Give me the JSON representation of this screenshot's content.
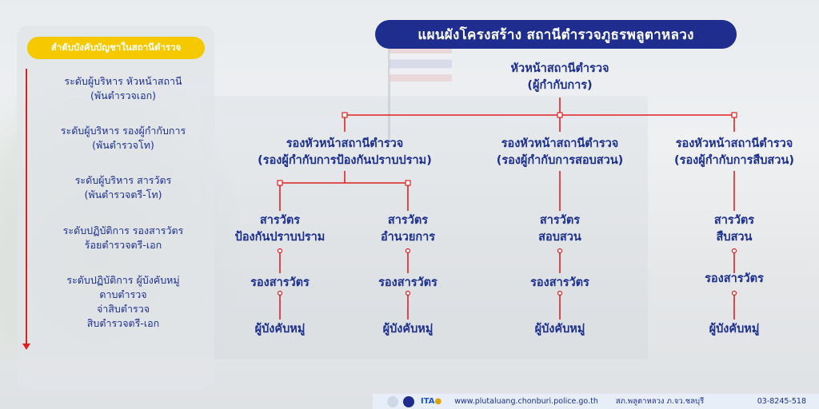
{
  "title": "แผนผังโครงสร้าง สถานีตำรวจภูธรพลูตาหลวง",
  "levels": {
    "title": "ลำดับบังคับบัญชาในสถานีตำรวจ",
    "items": [
      {
        "line1": "ระดับผู้บริหาร หัวหน้าสถานี",
        "line2": "(พันตำรวจเอก)"
      },
      {
        "line1": "ระดับผู้บริหาร รองผู้กำกับการ",
        "line2": "(พันตำรวจโท)"
      },
      {
        "line1": "ระดับผู้บริหาร สารวัตร",
        "line2": "(พันตำรวจตรี-โท)"
      },
      {
        "line1": "ระดับปฏิบัติการ รองสารวัตร",
        "line2": "ร้อยตำรวจตรี-เอก"
      },
      {
        "line1": "ระดับปฏิบัติการ ผู้บังคับหมู่",
        "line2": "ดาบตำรวจ",
        "line3": "จ่าสิบตำรวจ",
        "line4": "สิบตำรวจตรี-เอก"
      }
    ]
  },
  "org": {
    "head": {
      "line1": "หัวหน้าสถานีตำรวจ",
      "line2": "(ผู้กำกับการ)"
    },
    "deputies": [
      {
        "line1": "รองหัวหน้าสถานีตำรวจ",
        "line2": "(รองผู้กำกับการป้องกันปราบปราม)"
      },
      {
        "line1": "รองหัวหน้าสถานีตำรวจ",
        "line2": "(รองผู้กำกับการสอบสวน)"
      },
      {
        "line1": "รองหัวหน้าสถานีตำรวจ",
        "line2": "(รองผู้กำกับการสืบสวน)"
      }
    ],
    "inspectors": [
      {
        "line1": "สารวัตร",
        "line2": "ป้องกันปราบปราม"
      },
      {
        "line1": "สารวัตร",
        "line2": "อำนวยการ"
      },
      {
        "line1": "สารวัตร",
        "line2": "สอบสวน"
      },
      {
        "line1": "สารวัตร",
        "line2": "สืบสวน"
      }
    ],
    "sub_inspector": "รองสารวัตร",
    "squad_leader": "ผู้บังคับหมู่"
  },
  "footer": {
    "website": "www.plutaluang.chonburi.police.go.th",
    "station": "สภ.พลูตาหลวง ภ.จว.ชลบุรี",
    "phone": "03-8245-518",
    "ita_label": "ITA"
  },
  "colors": {
    "navy": "#1e2d8e",
    "text": "#1c2f8f",
    "yellow": "#f5c800",
    "red": "#e02020"
  }
}
